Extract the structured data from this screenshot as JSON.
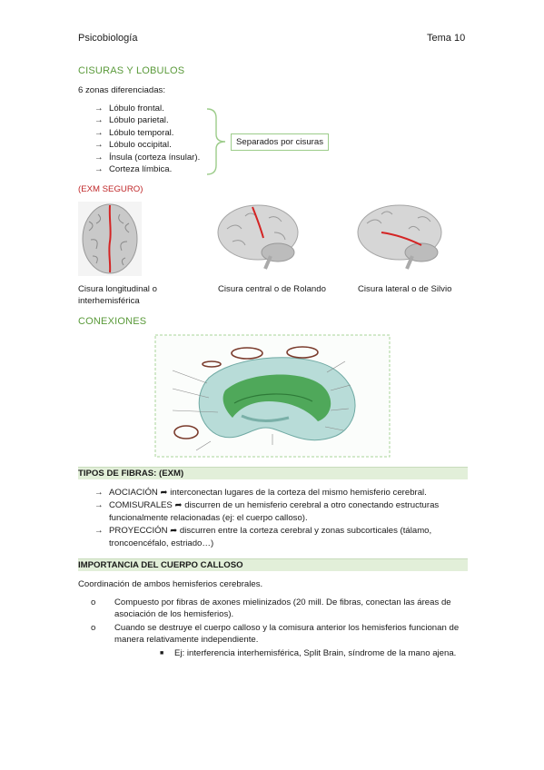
{
  "header": {
    "left": "Psicobiología",
    "right": "Tema 10"
  },
  "s1": {
    "title": "CISURAS Y LOBULOS",
    "intro": "6 zonas diferenciadas:",
    "items": [
      "Lóbulo frontal.",
      "Lóbulo parietal.",
      "Lóbulo temporal.",
      "Lóbulo occipital.",
      "Ínsula (corteza ínsular).",
      "Corteza límbica."
    ],
    "boxed": "Separados por cisuras",
    "exam": "(EXM SEGURO)"
  },
  "captions": {
    "c1": "Cisura longitudinal o interhemisférica",
    "c2": "Cisura central o de Rolando",
    "c3": "Cisura lateral o de Silvio"
  },
  "s2": {
    "title": "CONEXIONES"
  },
  "s3": {
    "title": "TIPOS DE FIBRAS: (EXM)",
    "items": [
      {
        "term": "AOCIACIÓN",
        "text": "interconectan lugares de la corteza del mismo hemisferio cerebral."
      },
      {
        "term": "COMISURALES",
        "text": "discurren de un hemisferio cerebral a otro conectando estructuras funcionalmente relacionadas (ej: el cuerpo calloso)."
      },
      {
        "term": "PROYECCIÓN",
        "text": "discurren entre la corteza cerebral y zonas subcorticales (tálamo, troncoencéfalo, estriado…)"
      }
    ]
  },
  "s4": {
    "title": "IMPORTANCIA DEL CUERPO CALLOSO",
    "intro": "Coordinación de ambos hemisferios cerebrales.",
    "b1": "Compuesto por fibras de axones mielinizados (20 mill. De fibras, conectan las áreas de asociación de los hemisferios).",
    "b2": "Cuando se destruye el cuerpo calloso y la comisura anterior los hemisferios funcionan de manera relativamente independiente.",
    "sub": "Ej: interferencia interhemisférica, Split Brain, síndrome de la mano ajena."
  },
  "colors": {
    "green": "#5a9a3a",
    "red": "#c0282a",
    "bar": "#e2efd9"
  }
}
